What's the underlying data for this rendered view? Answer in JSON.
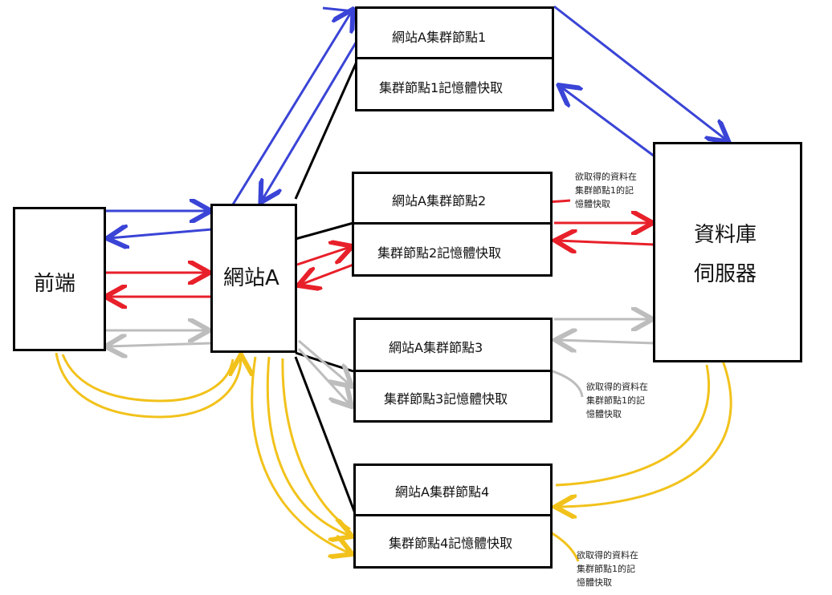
{
  "nodes": {
    "frontend": "前端",
    "website": "網站A",
    "database_line1": "資料庫",
    "database_line2": "伺服器",
    "cluster1_title": "網站A集群節點1",
    "cluster1_cache": "集群節點1記憶體快取",
    "cluster2_title": "網站A集群節點2",
    "cluster2_cache": "集群節點2記憶體快取",
    "cluster3_title": "網站A集群節點3",
    "cluster3_cache": "集群節點3記憶體快取",
    "cluster4_title": "網站A集群節點4",
    "cluster4_cache": "集群節點4記憶體快取"
  },
  "notes": {
    "note2": [
      "欲取得的資料在",
      "集群節點1的記",
      "憶體快取"
    ],
    "note3": [
      "欲取得的資料在",
      "集群節點1的記",
      "憶體快取"
    ],
    "note4": [
      "欲取得的資料在",
      "集群節點1的記",
      "憶體快取"
    ]
  },
  "colors": {
    "blue": "#3a44d6",
    "red": "#e8202a",
    "gray": "#bdbdbd",
    "yellow": "#f2c21b",
    "black": "#000000"
  }
}
